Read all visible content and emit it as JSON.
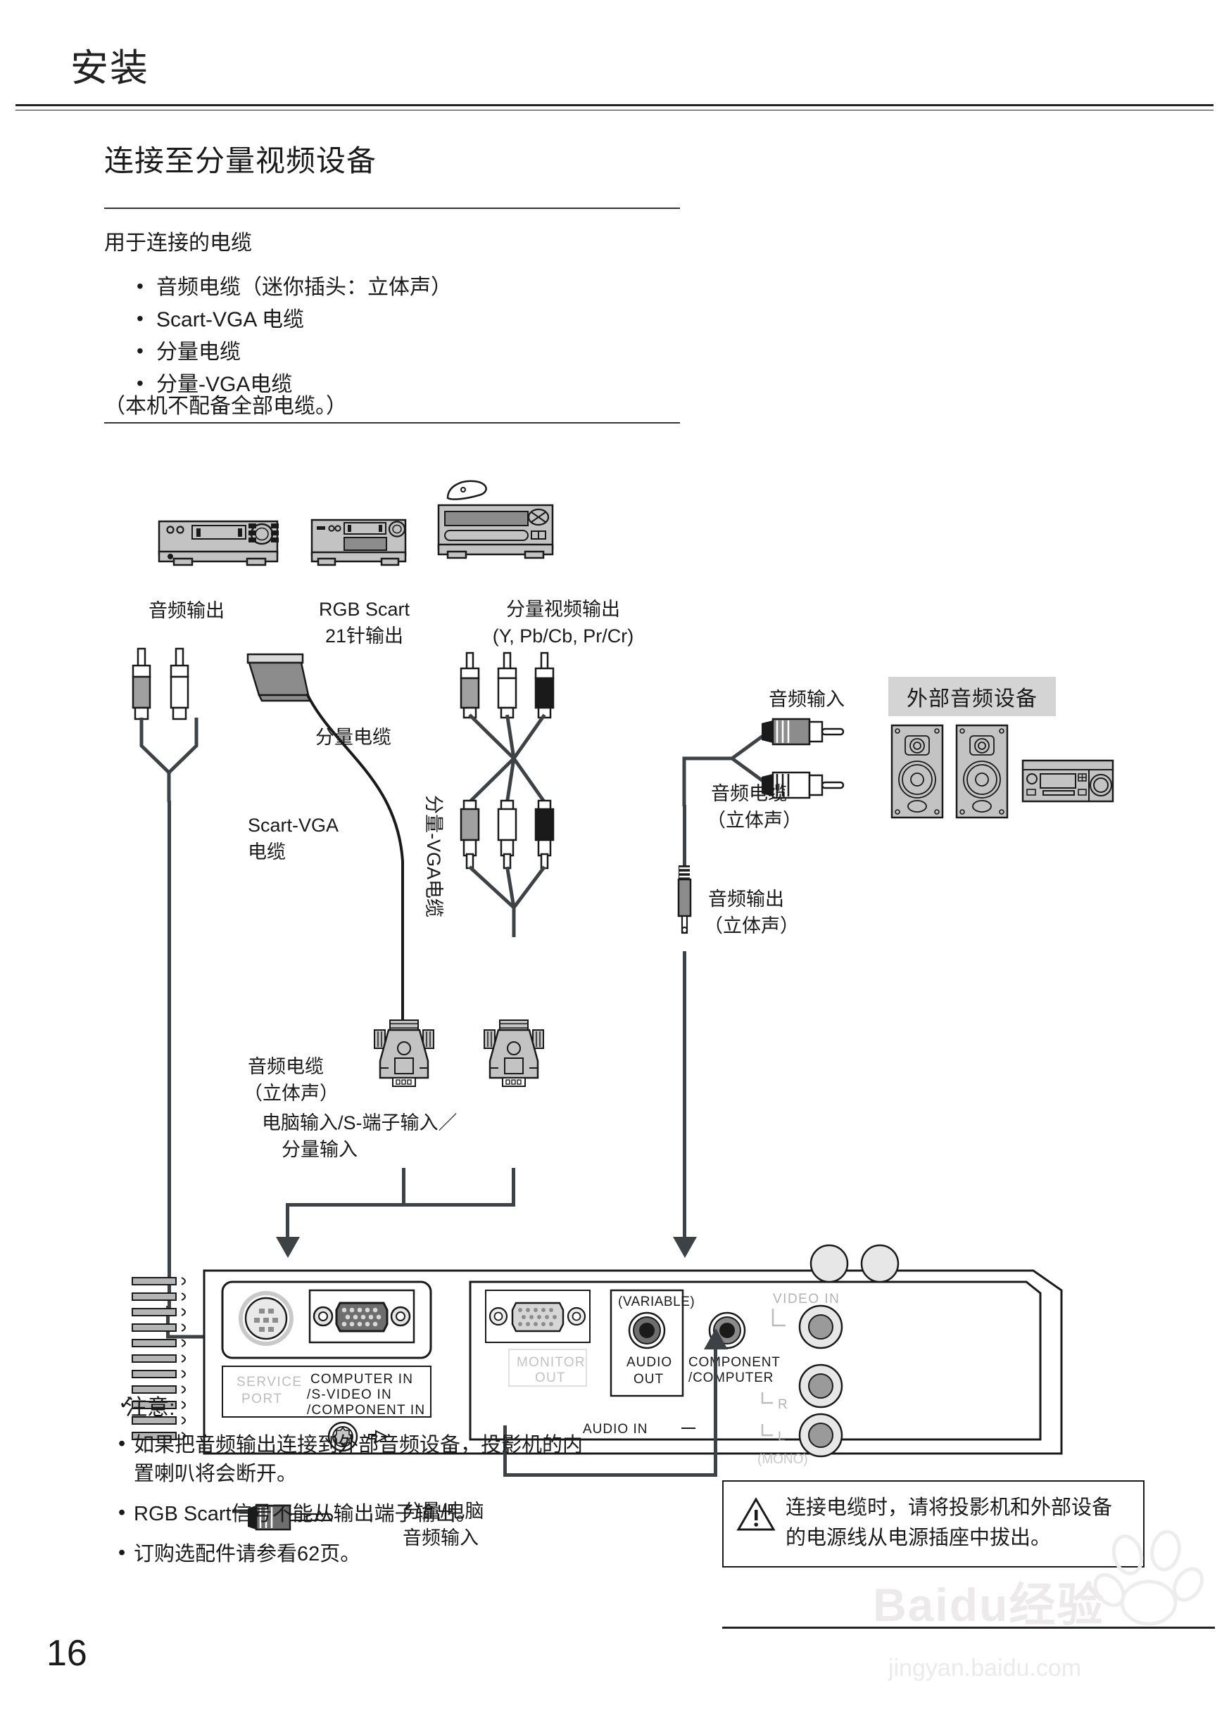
{
  "page": {
    "chapter_title": "安装",
    "section_title": "连接至分量视频设备",
    "page_number": "16"
  },
  "cables": {
    "heading": "用于连接的电缆",
    "items": [
      "音频电缆（迷你插头：立体声）",
      "Scart-VGA 电缆",
      "分量电缆",
      "分量-VGA电缆"
    ],
    "note": "（本机不配备全部电缆。）"
  },
  "diagram": {
    "labels": {
      "audio_output_left": "音频输出",
      "rgb_scart_line1": "RGB Scart",
      "rgb_scart_line2": "21针输出",
      "component_video_out_line1": "分量视频输出",
      "component_video_out_line2": "(Y, Pb/Cb, Pr/Cr)",
      "component_cable": "分量电缆",
      "scart_vga_cable_line1": "Scart-VGA",
      "scart_vga_cable_line2": "电缆",
      "component_vga_cable": "分量-VGA电缆",
      "audio_cable_left_line1": "音频电缆",
      "audio_cable_left_line2": "（立体声）",
      "audio_input_right": "音频输入",
      "audio_cable_right_line1": "音频电缆",
      "audio_cable_right_line2": "（立体声）",
      "external_audio_equipment": "外部音频设备",
      "computer_input_line1": "电脑输入/S-端子输入／",
      "computer_input_line2": "分量输入",
      "audio_output_right_line1": "音频输出",
      "audio_output_right_line2": "（立体声）",
      "component_computer_audio_in_line1": "分量/电脑",
      "component_computer_audio_in_line2": "音频输入"
    },
    "terminal_panel": {
      "service_port_line1": "SERVICE",
      "service_port_line2": "PORT",
      "computer_in_line1": "COMPUTER  IN",
      "computer_in_line2": "/S-VIDEO  IN",
      "computer_in_line3": "/COMPONENT  IN",
      "monitor_out_line1": "MONITOR",
      "monitor_out_line2": "OUT",
      "variable": "(VARIABLE)",
      "audio_out_line1": "AUDIO",
      "audio_out_line2": "OUT",
      "component_computer_line1": "COMPONENT",
      "component_computer_line2": "/COMPUTER",
      "video_in": "VIDEO  IN",
      "audio_in": "AUDIO  IN",
      "channel_r": "R",
      "channel_l": "L",
      "channel_mono": "(MONO)"
    }
  },
  "notes": {
    "heading": "注意:",
    "check_glyph": "✓",
    "items": [
      "如果把音频输出连接到外部音频设备，投影机的内置喇叭将会断开。",
      "RGB Scart信号不能从输出端子输出。",
      "订购选配件请参看62页。"
    ]
  },
  "warning": {
    "icon": "warning-triangle",
    "text": "连接电缆时，请将投影机和外部设备的电源线从电源插座中拔出。"
  },
  "watermark": {
    "main": "Baidu经验",
    "sub": "jingyan.baidu.com"
  },
  "colors": {
    "ink": "#1a1a1a",
    "wire": "#3c4246",
    "device_body": "#c3c3c3",
    "device_dark": "#8c8c8c",
    "banner": "#d4d4d4",
    "plug_gray": "#a0a0a0",
    "plug_black": "#1a1a1a",
    "plug_white": "#ffffff"
  }
}
